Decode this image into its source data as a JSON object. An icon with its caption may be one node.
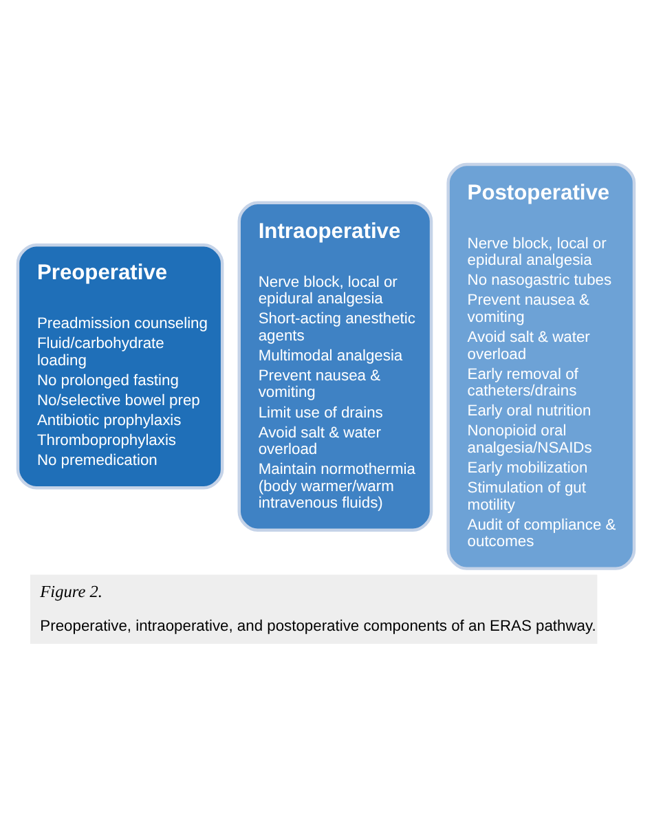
{
  "diagram": {
    "caption": "Preoperative, intraoperative, and postoperative components of an ERAS pathway.",
    "nodes": [
      {
        "text": [
          "Preoperative",
          "Preadmission counseling",
          "Fluid/carbohydrate loading",
          "No prolonged fasting",
          "No/selective bowel prep",
          "Antibiotic prophylaxis",
          "Thromboprophylaxis",
          "No premedication"
        ]
      },
      {
        "text": [
          "Intraoperative",
          "Nerve block, local or epidural analgesia",
          "Short-acting anesthetic agents",
          "Multimodal analgesia",
          "Prevent nausea & vomiting",
          "Limit use of drains",
          "Avoid salt & water overload",
          "Maintain normothermia (body warmer/warm intravenous fluids)"
        ]
      },
      {
        "text": [
          "Postoperative",
          "Nerve block, local or epidural analgesia",
          "No nasogastric tubes",
          "Prevent nausea & vomiting",
          "Avoid salt & water overload",
          "Early removal of catheters/drains",
          "Early oral nutrition",
          "Nonopioid oral analgesia/NSAIDs",
          "Early mobilization",
          "Stimulation of gut motility",
          "Audit of compliance & outcomes"
        ]
      }
    ],
    "edges": [],
    "labels": [
      "Figure 2."
    ]
  }
}
